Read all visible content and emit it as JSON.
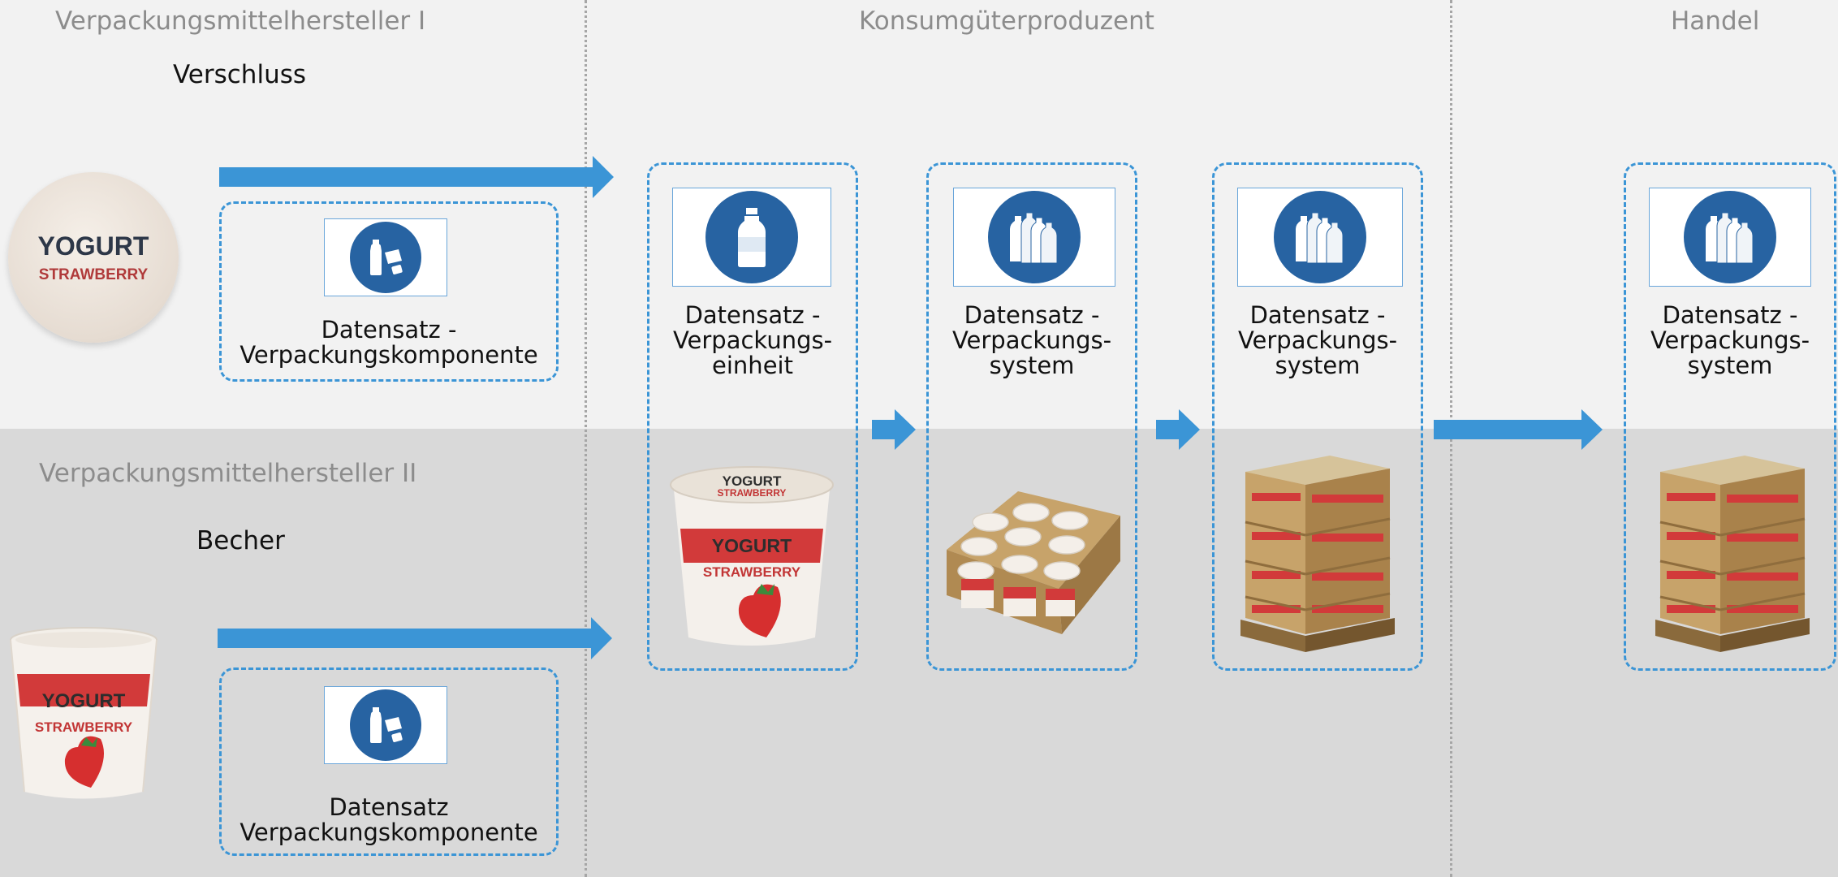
{
  "columns": {
    "supplier_1": "Verpackungsmittelhersteller I",
    "producer": "Konsumgüterproduzent",
    "retail": "Handel",
    "supplier_2": "Verpackungsmittelhersteller II"
  },
  "components": {
    "closure": "Verschluss",
    "cup": "Becher"
  },
  "datasets": {
    "component_1": "Datensatz -\nVerpackungskomponente",
    "component_2": "Datensatz\nVerpackungskomponente",
    "unit": "Datensatz -\nVerpackungs-\neinheit",
    "system_1": "Datensatz -\nVerpackungs-\nsystem",
    "system_2": "Datensatz -\nVerpackungs-\nsystem",
    "system_3": "Datensatz -\nVerpackungs-\nsystem"
  },
  "product": {
    "brand": "YOGURT",
    "flavor": "STRAWBERRY"
  },
  "colors": {
    "arrow": "#3b95d6",
    "dashed_border": "#3b95d6",
    "icon_circle": "#2763a2",
    "band_top": "#f2f2f2",
    "band_bottom": "#d9d9d9"
  },
  "icons": {
    "component": "bottle-and-cap-icon",
    "unit": "bottle-icon",
    "system": "bottle-group-icon"
  }
}
